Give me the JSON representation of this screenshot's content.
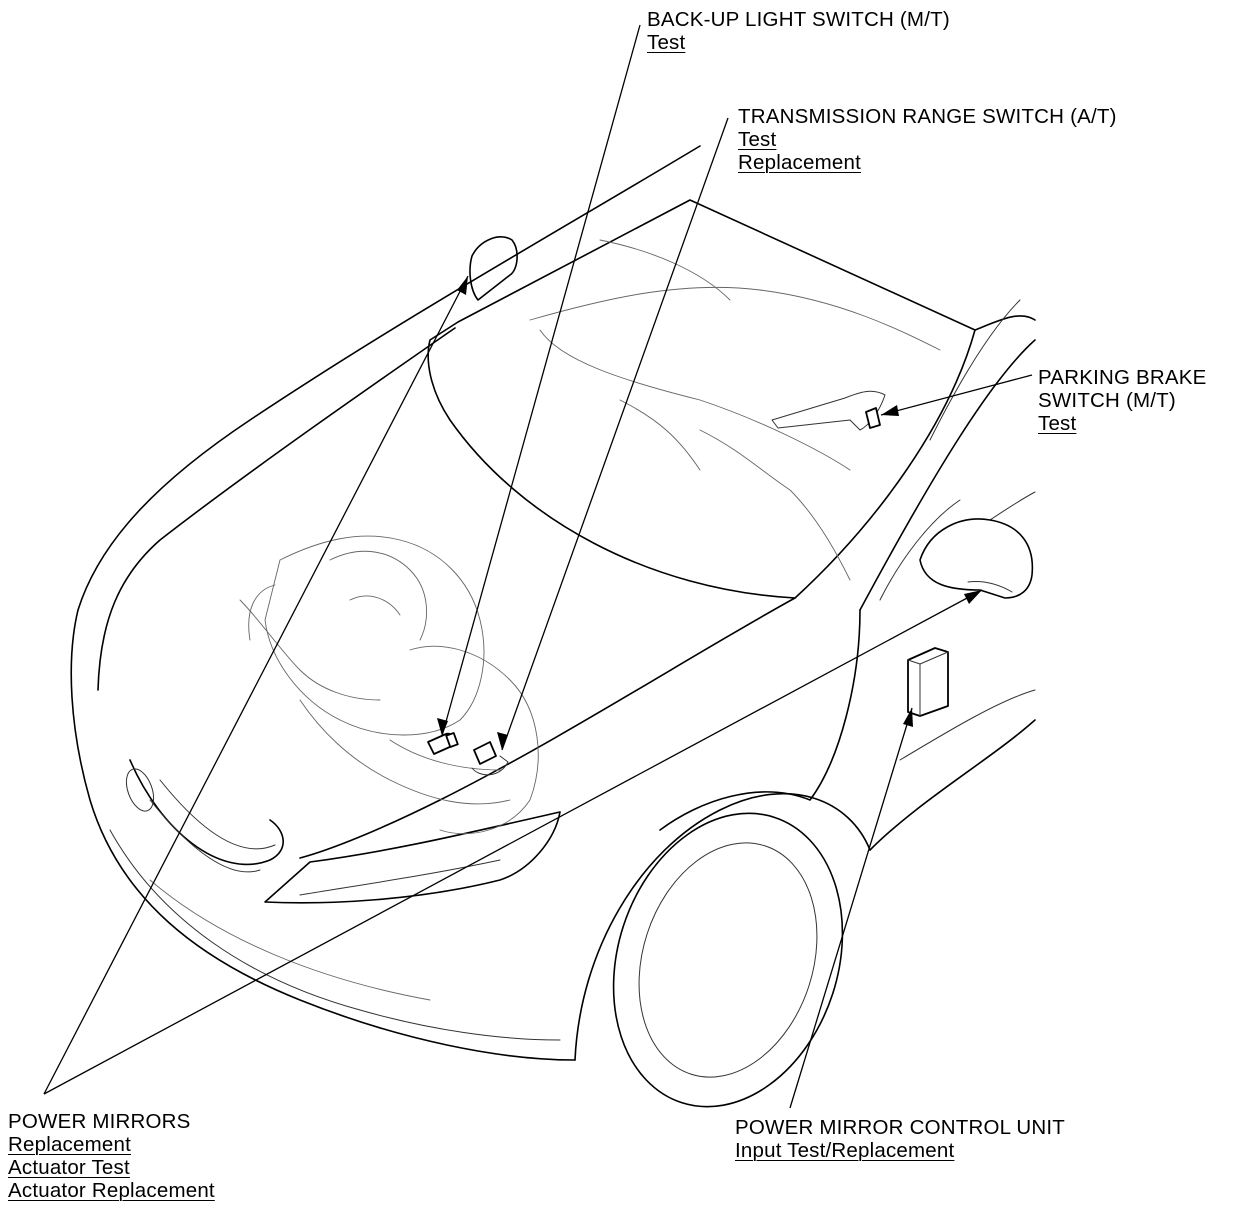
{
  "callouts": {
    "backup_light_switch": {
      "title": "BACK-UP LIGHT SWITCH (M/T)",
      "links": [
        "Test"
      ]
    },
    "transmission_range_switch": {
      "title": "TRANSMISSION RANGE SWITCH (A/T)",
      "links": [
        "Test",
        "Replacement"
      ]
    },
    "parking_brake_switch": {
      "title_line1": "PARKING BRAKE",
      "title_line2": "SWITCH (M/T)",
      "links": [
        "Test"
      ]
    },
    "power_mirrors": {
      "title": "POWER MIRRORS",
      "links": [
        "Replacement",
        "Actuator Test",
        "Actuator Replacement"
      ]
    },
    "power_mirror_control_unit": {
      "title": "POWER MIRROR CONTROL UNIT",
      "links": [
        "Input Test/Replacement"
      ]
    }
  }
}
